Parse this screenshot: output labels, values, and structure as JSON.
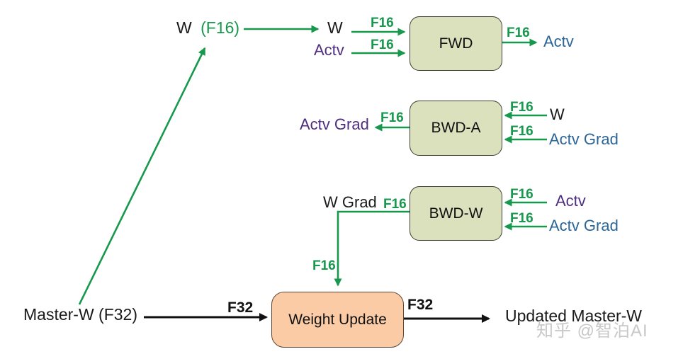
{
  "colors": {
    "green": "#17984d",
    "blue": "#2c6597",
    "purple": "#4f2d7f",
    "box_green_fill": "#dbe1bd",
    "box_green_border": "#3c4033",
    "box_orange_fill": "#fbcba6",
    "box_orange_border": "#5e4633",
    "watermark": "#c8c8c8"
  },
  "nodes": {
    "fwd": {
      "label": "FWD"
    },
    "bwd_a": {
      "label": "BWD-A"
    },
    "bwd_w": {
      "label": "BWD-W"
    },
    "weight_update": {
      "label": "Weight Update"
    }
  },
  "labels": {
    "w_f16_w": "W",
    "w_f16_paren": "(F16)",
    "w_top": "W",
    "actv_top": "Actv",
    "f16": "F16",
    "f32": "F32",
    "actv_fwd_out": "Actv",
    "actv_grad_bwda_out": "Actv Grad",
    "w_bwda_in": "W",
    "actv_grad_bwda_in": "Actv Grad",
    "w_grad": "W Grad",
    "actv_bwdw_in": "Actv",
    "actv_grad_bwdw_in": "Actv Grad",
    "master_w": "Master-W (F32)",
    "updated_master_w": "Updated Master-W",
    "watermark": "知乎 @智泊AI"
  },
  "edges": [
    {
      "from": "Master-W (F32)",
      "to": "W (F16)",
      "precision": ""
    },
    {
      "from": "W (F16)",
      "to": "W",
      "precision": ""
    },
    {
      "from": "W",
      "to": "FWD",
      "precision": "F16"
    },
    {
      "from": "Actv",
      "to": "FWD",
      "precision": "F16"
    },
    {
      "from": "FWD",
      "to": "Actv",
      "precision": "F16"
    },
    {
      "from": "BWD-A",
      "to": "Actv Grad",
      "precision": "F16"
    },
    {
      "from": "W",
      "to": "BWD-A",
      "precision": "F16"
    },
    {
      "from": "Actv Grad",
      "to": "BWD-A",
      "precision": "F16"
    },
    {
      "from": "Actv",
      "to": "BWD-W",
      "precision": "F16"
    },
    {
      "from": "Actv Grad",
      "to": "BWD-W",
      "precision": "F16"
    },
    {
      "from": "BWD-W (W Grad)",
      "to": "Weight Update",
      "precision": "F16"
    },
    {
      "from": "Master-W (F32)",
      "to": "Weight Update",
      "precision": "F32"
    },
    {
      "from": "Weight Update",
      "to": "Updated Master-W",
      "precision": "F32"
    }
  ]
}
